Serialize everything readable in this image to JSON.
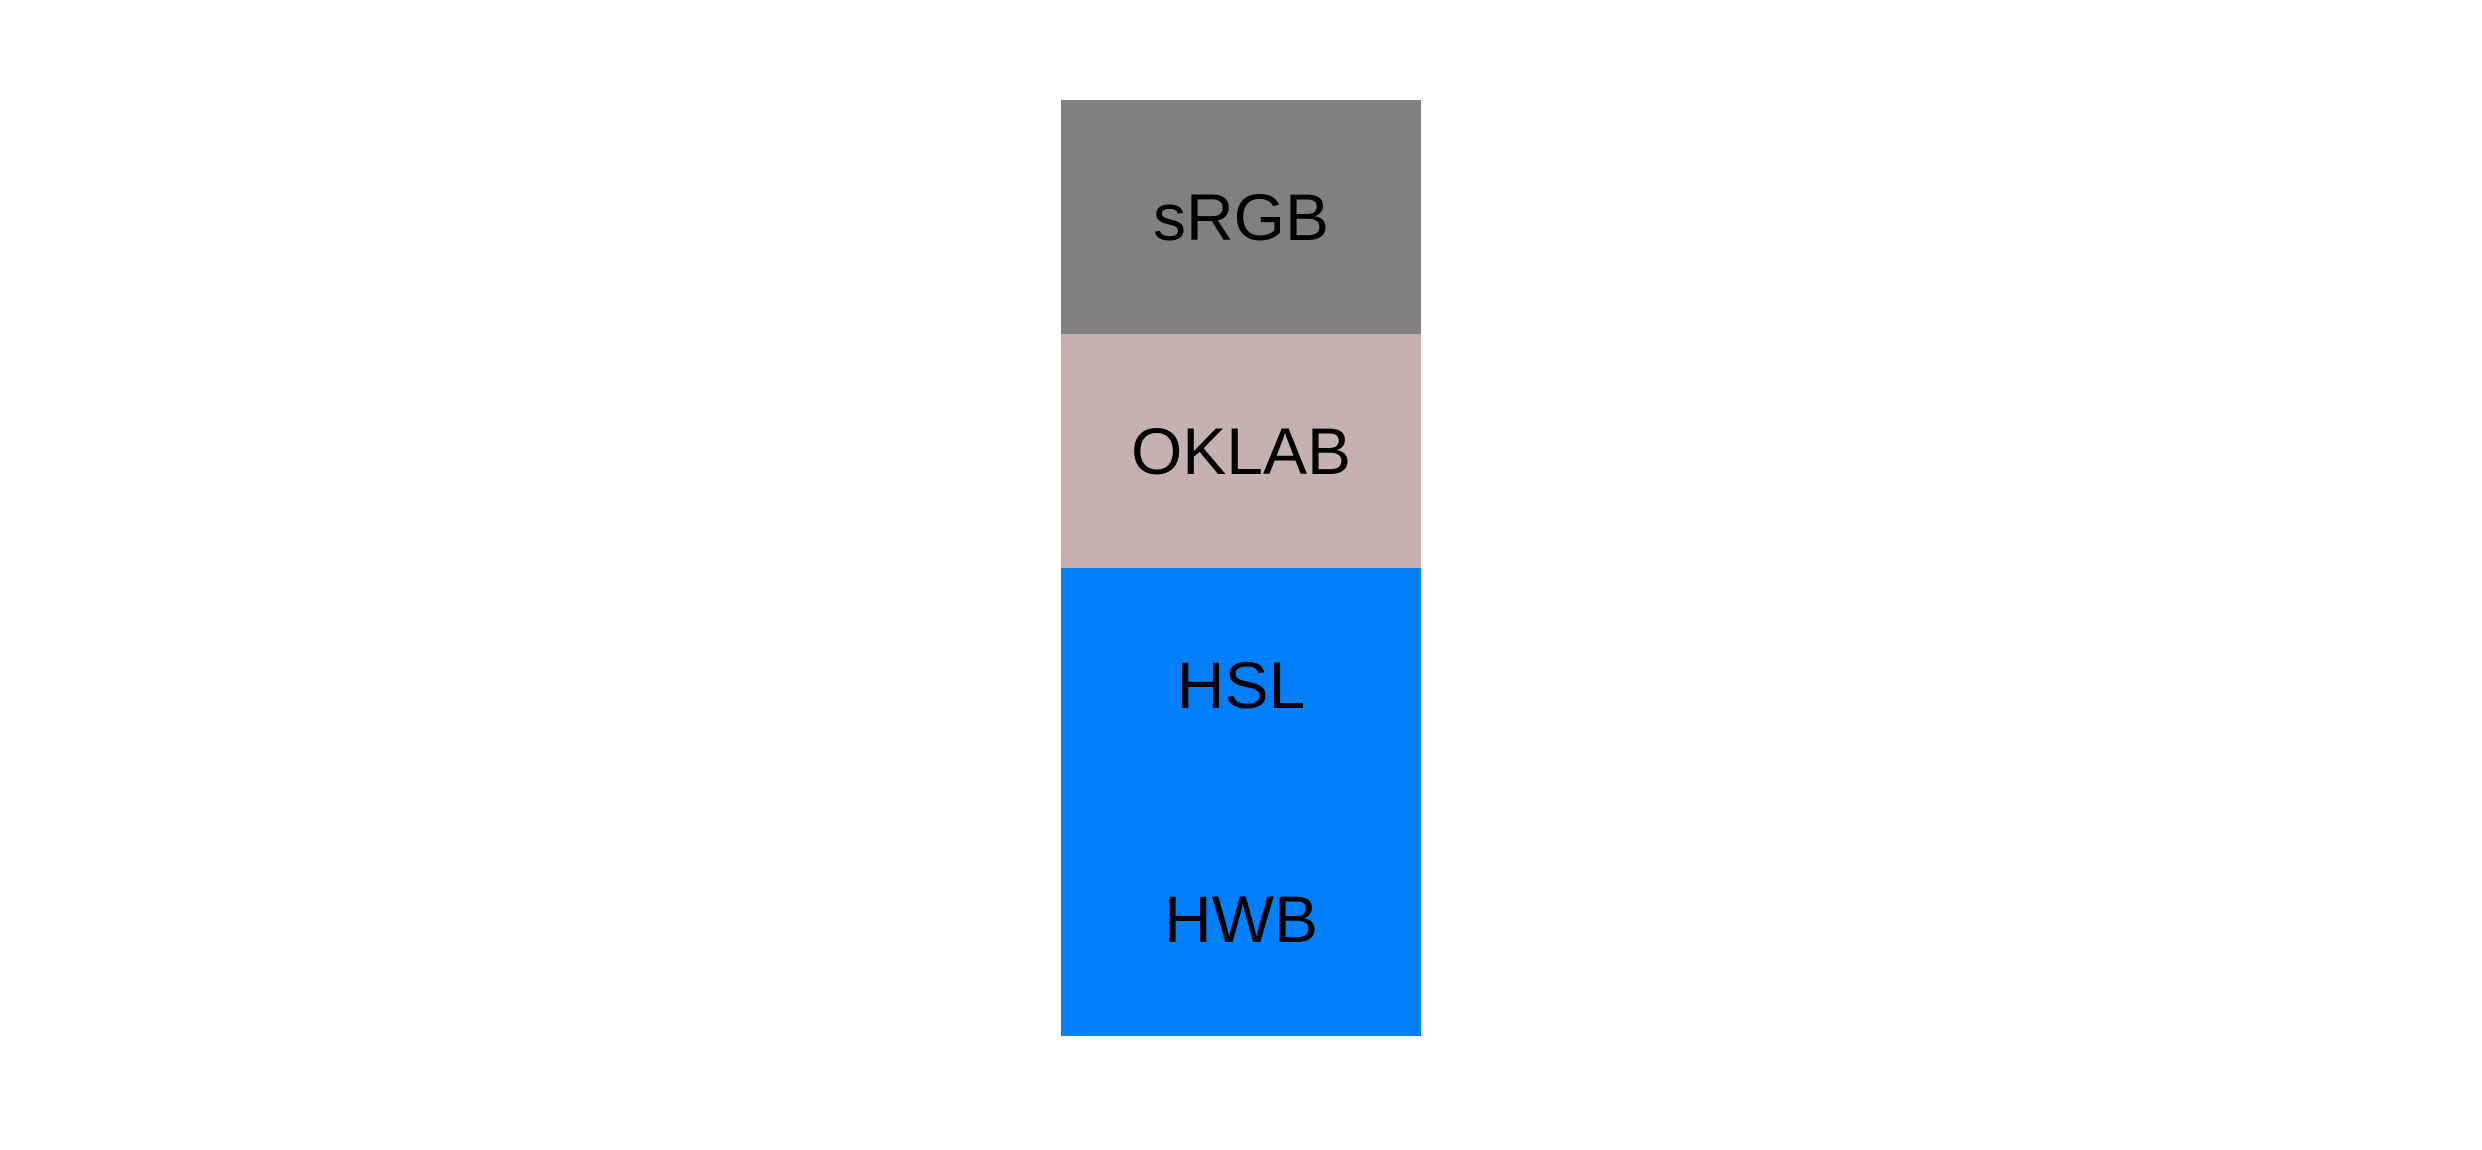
{
  "page": {
    "background_color": "#ffffff",
    "text_color": "#000000"
  },
  "color_space_swatches": [
    {
      "label": "sRGB",
      "color": "#808080"
    },
    {
      "label": "OKLAB",
      "color": "#c5b1b3"
    },
    {
      "label": "HSL",
      "color": "#007fff"
    },
    {
      "label": "HWB",
      "color": "#007fff"
    }
  ]
}
